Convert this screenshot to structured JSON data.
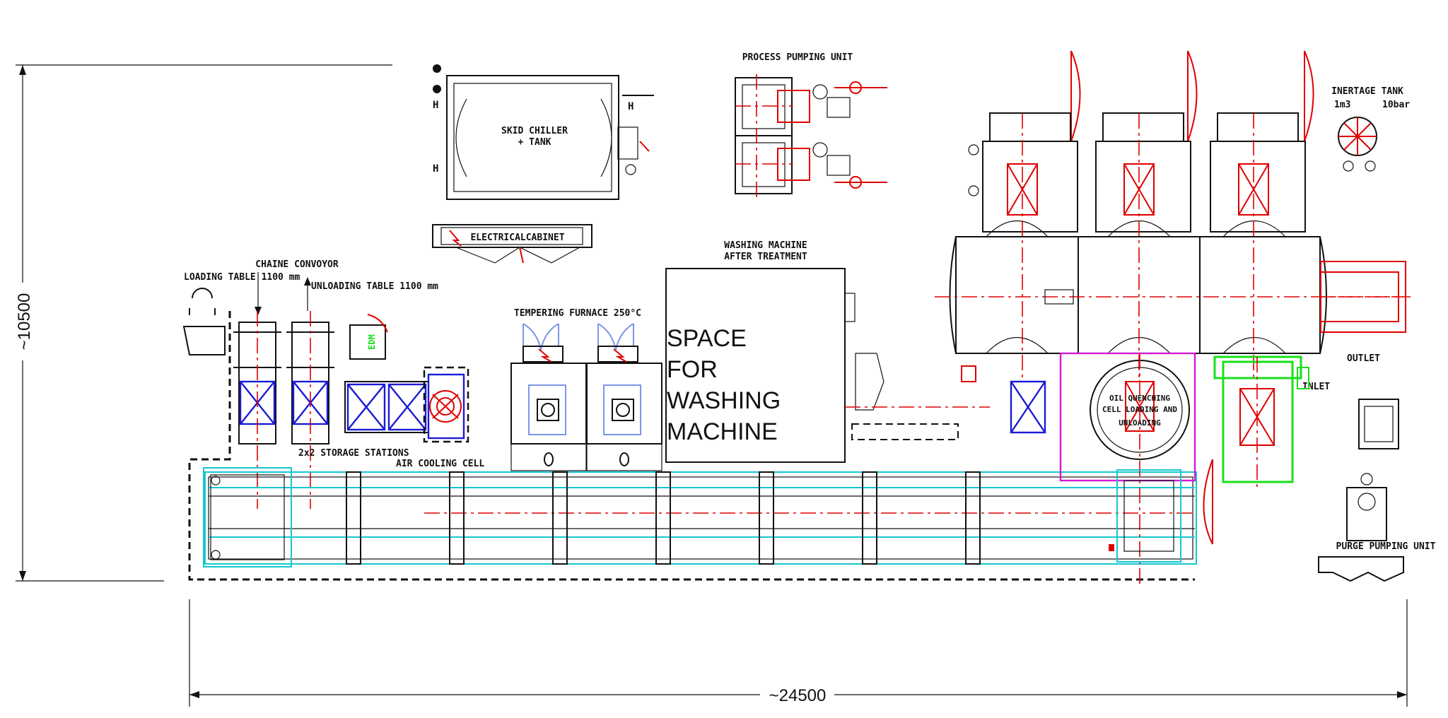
{
  "labels": {
    "skid_chiller_line1": "SKID CHILLER",
    "skid_chiller_line2": "+ TANK",
    "electrical_cabinet": "ELECTRICALCABINET",
    "process_pumping_unit": "PROCESS PUMPING UNIT",
    "washing_after_line1": "WASHING MACHINE",
    "washing_after_line2": "AFTER TREATMENT",
    "chaine_convoyor": "CHAINE CONVOYOR",
    "loading_table": "LOADING TABLE 1100 mm",
    "unloading_table": "UNLOADING TABLE 1100 mm",
    "tempering_furnace": "TEMPERING FURNACE 250°C",
    "space_line1": "SPACE",
    "space_line2": "FOR",
    "space_line3": "WASHING",
    "space_line4": "MACHINE",
    "storage_stations": "2x2 STORAGE STATIONS",
    "air_cooling_cell": "AIR COOLING CELL",
    "inertage_tank": "INERTAGE TANK",
    "inertage_volume": "1m3",
    "inertage_pressure": "10bar",
    "outlet": "OUTLET",
    "inlet": "INLET",
    "oil_quenching_line1": "OIL QUENCHING",
    "oil_quenching_line2": "CELL LOADING AND",
    "oil_quenching_line3": "UNLOADING",
    "purge_pumping_unit": "PURGE PUMPING UNIT",
    "edm_tag": "EDM",
    "dim_height": "~10500",
    "dim_width": "~24500"
  },
  "colors": {
    "outline": "#111111",
    "centerline": "#e00000",
    "storage": "#1b1bd6",
    "furnace_door": "#7f95e8",
    "conveyor": "#15c7d0",
    "loading_cell": "#19e019",
    "quench_zone": "#d21bd2"
  }
}
